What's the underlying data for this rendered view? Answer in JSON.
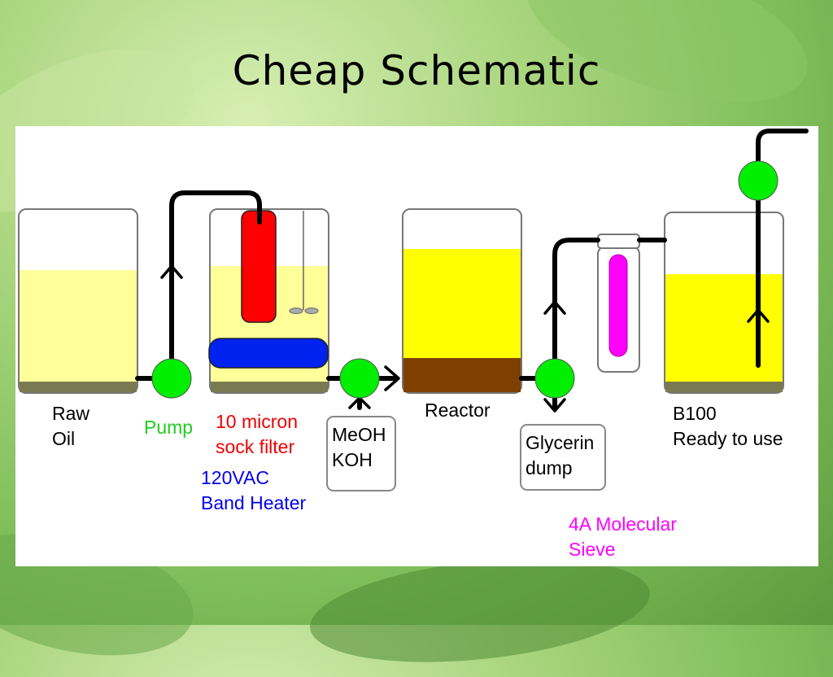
{
  "title": "Cheap Schematic",
  "labels": {
    "raw_oil": "Raw\nOil",
    "pump": "Pump",
    "sock_filter": "10 micron\nsock filter",
    "band_heater": "120VAC\nBand Heater",
    "meoh_koh": "MeOH\nKOH",
    "reactor": "Reactor",
    "glycerin": "Glycerin\ndump",
    "b100": "B100\nReady to use",
    "sieve": "4A Molecular\nSieve"
  },
  "colors": {
    "oil": "#ffff99",
    "biodiesel": "#ffff00",
    "glycerin": "#7f3f00",
    "sediment": "#7a7a52",
    "pump": "#00ee00",
    "filter": "#ff0000",
    "heater": "#0022ee",
    "sieve": "#ff00ff",
    "pipe": "#000000"
  }
}
